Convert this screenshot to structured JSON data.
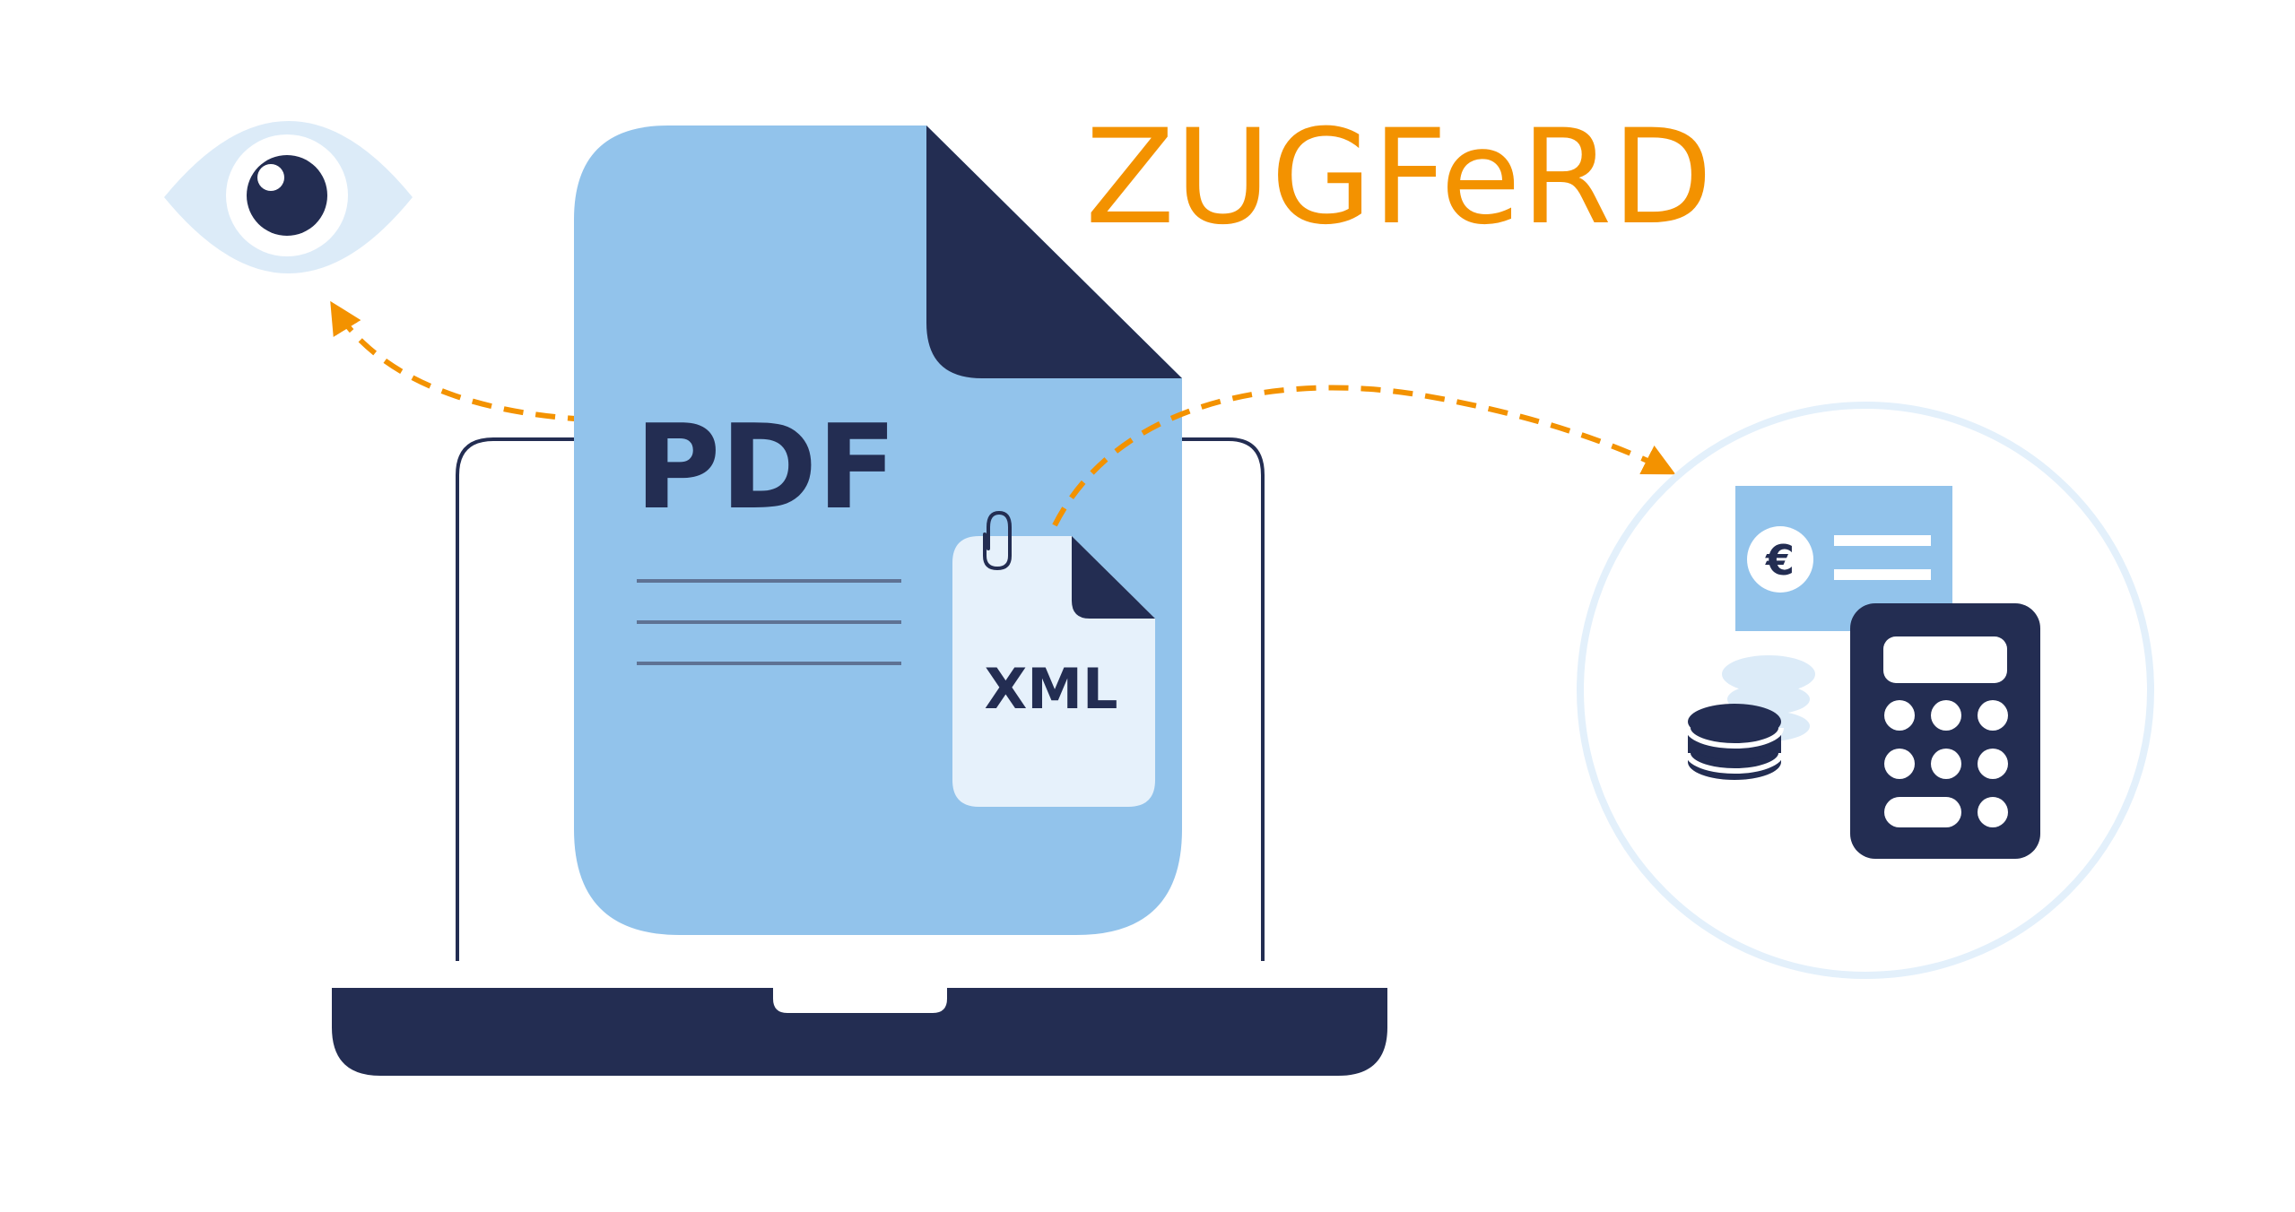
{
  "title": "ZUGFeRD",
  "pdf_label": "PDF",
  "xml_label": "XML",
  "currency_symbol": "€",
  "icons": {
    "viewer": "eye-icon",
    "device": "laptop-icon",
    "document": "pdf-document-icon",
    "attachment": "paperclip-icon",
    "embedded_file": "xml-file-icon",
    "accounting": [
      "invoice-card-icon",
      "coins-icon",
      "calculator-icon"
    ]
  },
  "colors": {
    "accent": "#F39200",
    "navy": "#232D52",
    "document_blue": "#92C3EB",
    "light_blue": "#DCEBF8",
    "pale_blue": "#E6F1FB",
    "circle_outline": "#E3F0FB"
  }
}
